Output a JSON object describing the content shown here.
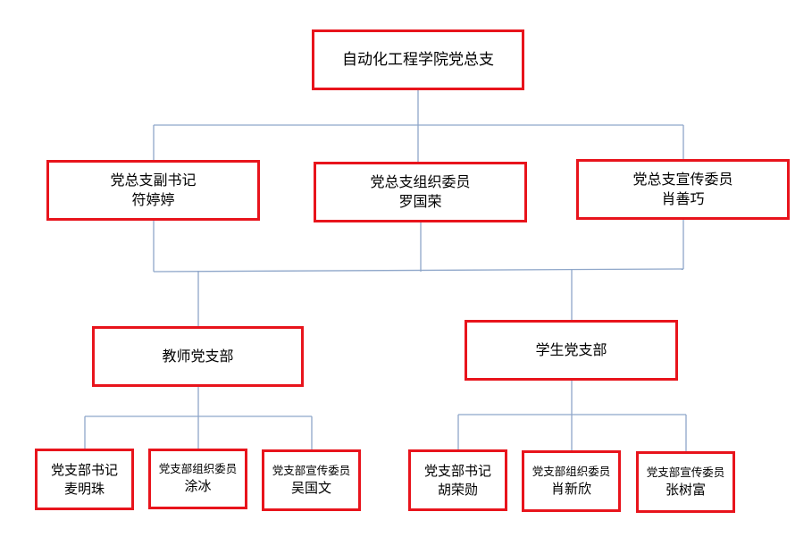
{
  "colors": {
    "border": "#e8141c",
    "connector": "#8ea6c9"
  },
  "root": {
    "title": "自动化工程学院党总支"
  },
  "level2": {
    "deputy": {
      "role": "党总支副书记",
      "name": "符婷婷"
    },
    "organization": {
      "role": "党总支组织委员",
      "name": "罗国荣"
    },
    "publicity": {
      "role": "党总支宣传委员",
      "name": "肖善巧"
    }
  },
  "branches": {
    "teacher": {
      "title": "教师党支部",
      "members": [
        {
          "role": "党支部书记",
          "name": "麦明珠"
        },
        {
          "role": "党支部组织委员",
          "name": "涂冰"
        },
        {
          "role": "党支部宣传委员",
          "name": "吴国文"
        }
      ]
    },
    "student": {
      "title": "学生党支部",
      "members": [
        {
          "role": "党支部书记",
          "name": "胡荣勋"
        },
        {
          "role": "党支部组织委员",
          "name": "肖新欣"
        },
        {
          "role": "党支部宣传委员",
          "name": "张树富"
        }
      ]
    }
  }
}
